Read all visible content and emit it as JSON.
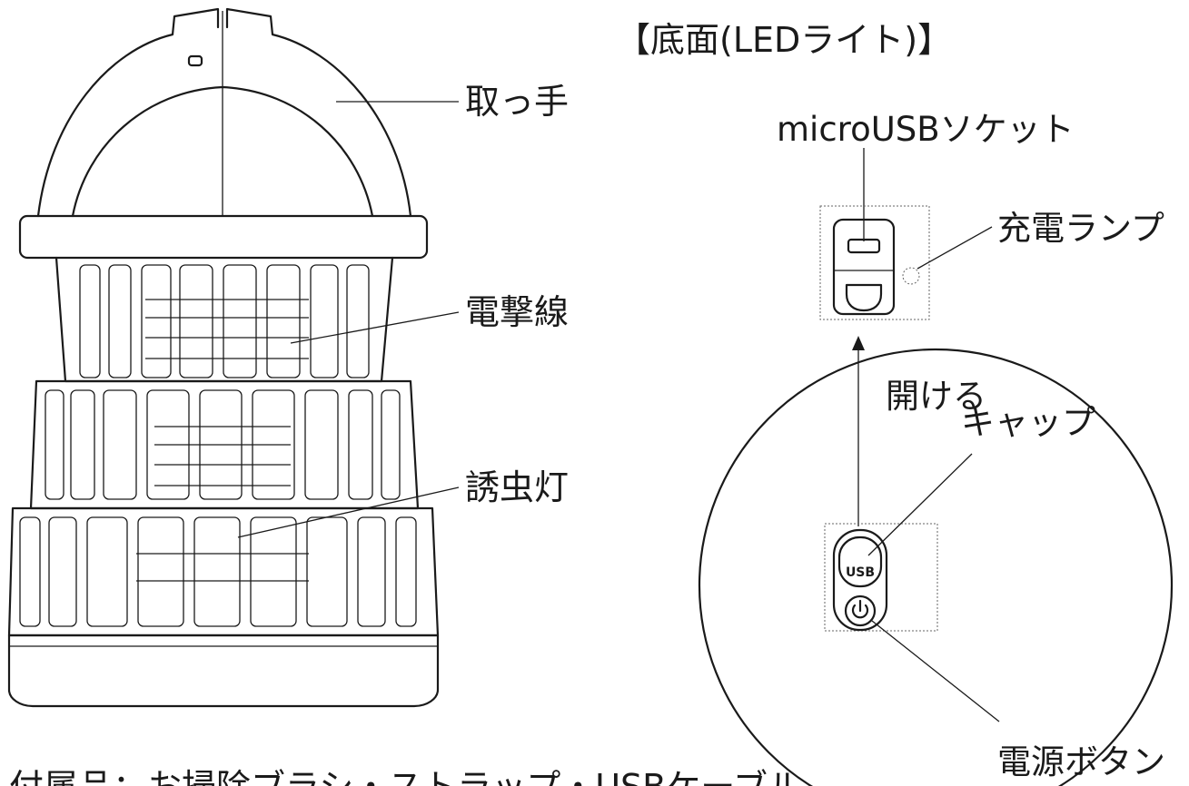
{
  "labels": {
    "handle": "取っ手",
    "electric_grid": "電撃線",
    "attract_light": "誘虫灯",
    "bottom_title": "【底面(LEDライト)】",
    "usb_socket": "microUSBソケット",
    "charge_lamp": "充電ランプ",
    "open": "開ける",
    "cap": "キャップ",
    "power_button": "電源ボタン",
    "usb_cap_text": "USB",
    "accessories": "付属品：お掃除ブラシ・ストラップ・USBケーブル"
  },
  "colors": {
    "line": "#1a1a1a",
    "background": "#ffffff",
    "dotted_box": "#666666"
  }
}
